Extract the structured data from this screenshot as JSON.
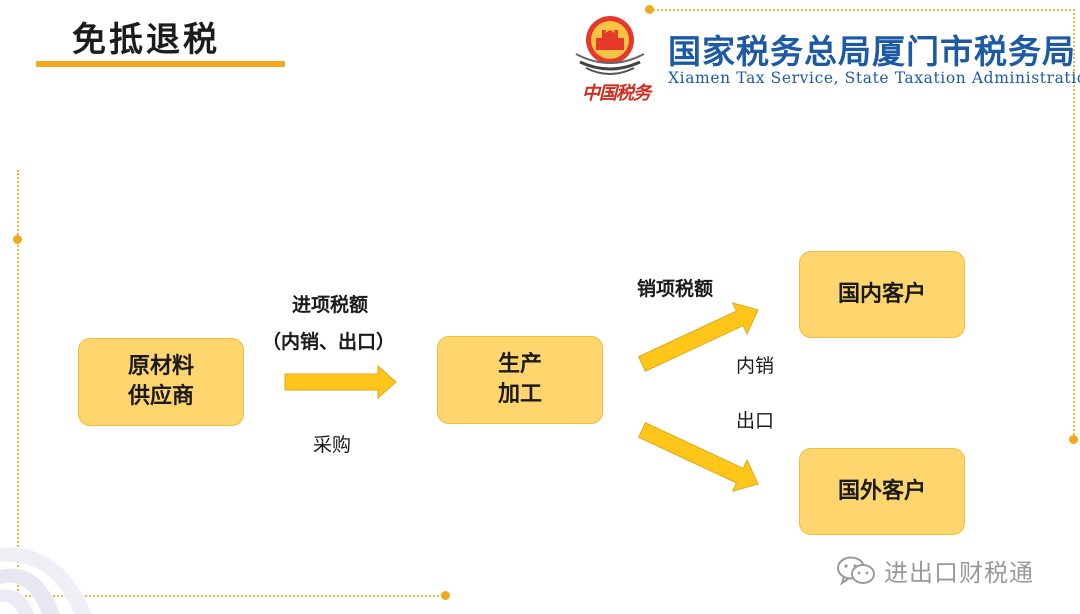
{
  "header": {
    "title": "免抵退税",
    "brand_name": "国家税务总局厦门市税务局",
    "brand_name_en": "Xiamen Tax Service, State Taxation Administration",
    "seal_text": "中国税务"
  },
  "diagram": {
    "nodes": {
      "supplier": "原材料\n供应商",
      "production": "生产\n加工",
      "domestic_customer": "国内客户",
      "foreign_customer": "国外客户"
    },
    "labels": {
      "input_tax": "进项税额",
      "input_tax_scope": "（内销、出口）",
      "purchase": "采购",
      "output_tax": "销项税额",
      "domestic_sale": "内销",
      "export": "出口"
    }
  },
  "watermark": {
    "text": "进出口财税通",
    "icon": "wechat-icon"
  },
  "colors": {
    "accent": "#f7a91e",
    "node_fill": "#ffd56e",
    "brand_blue": "#1d5aa6",
    "arrow": "#ffc61a"
  }
}
